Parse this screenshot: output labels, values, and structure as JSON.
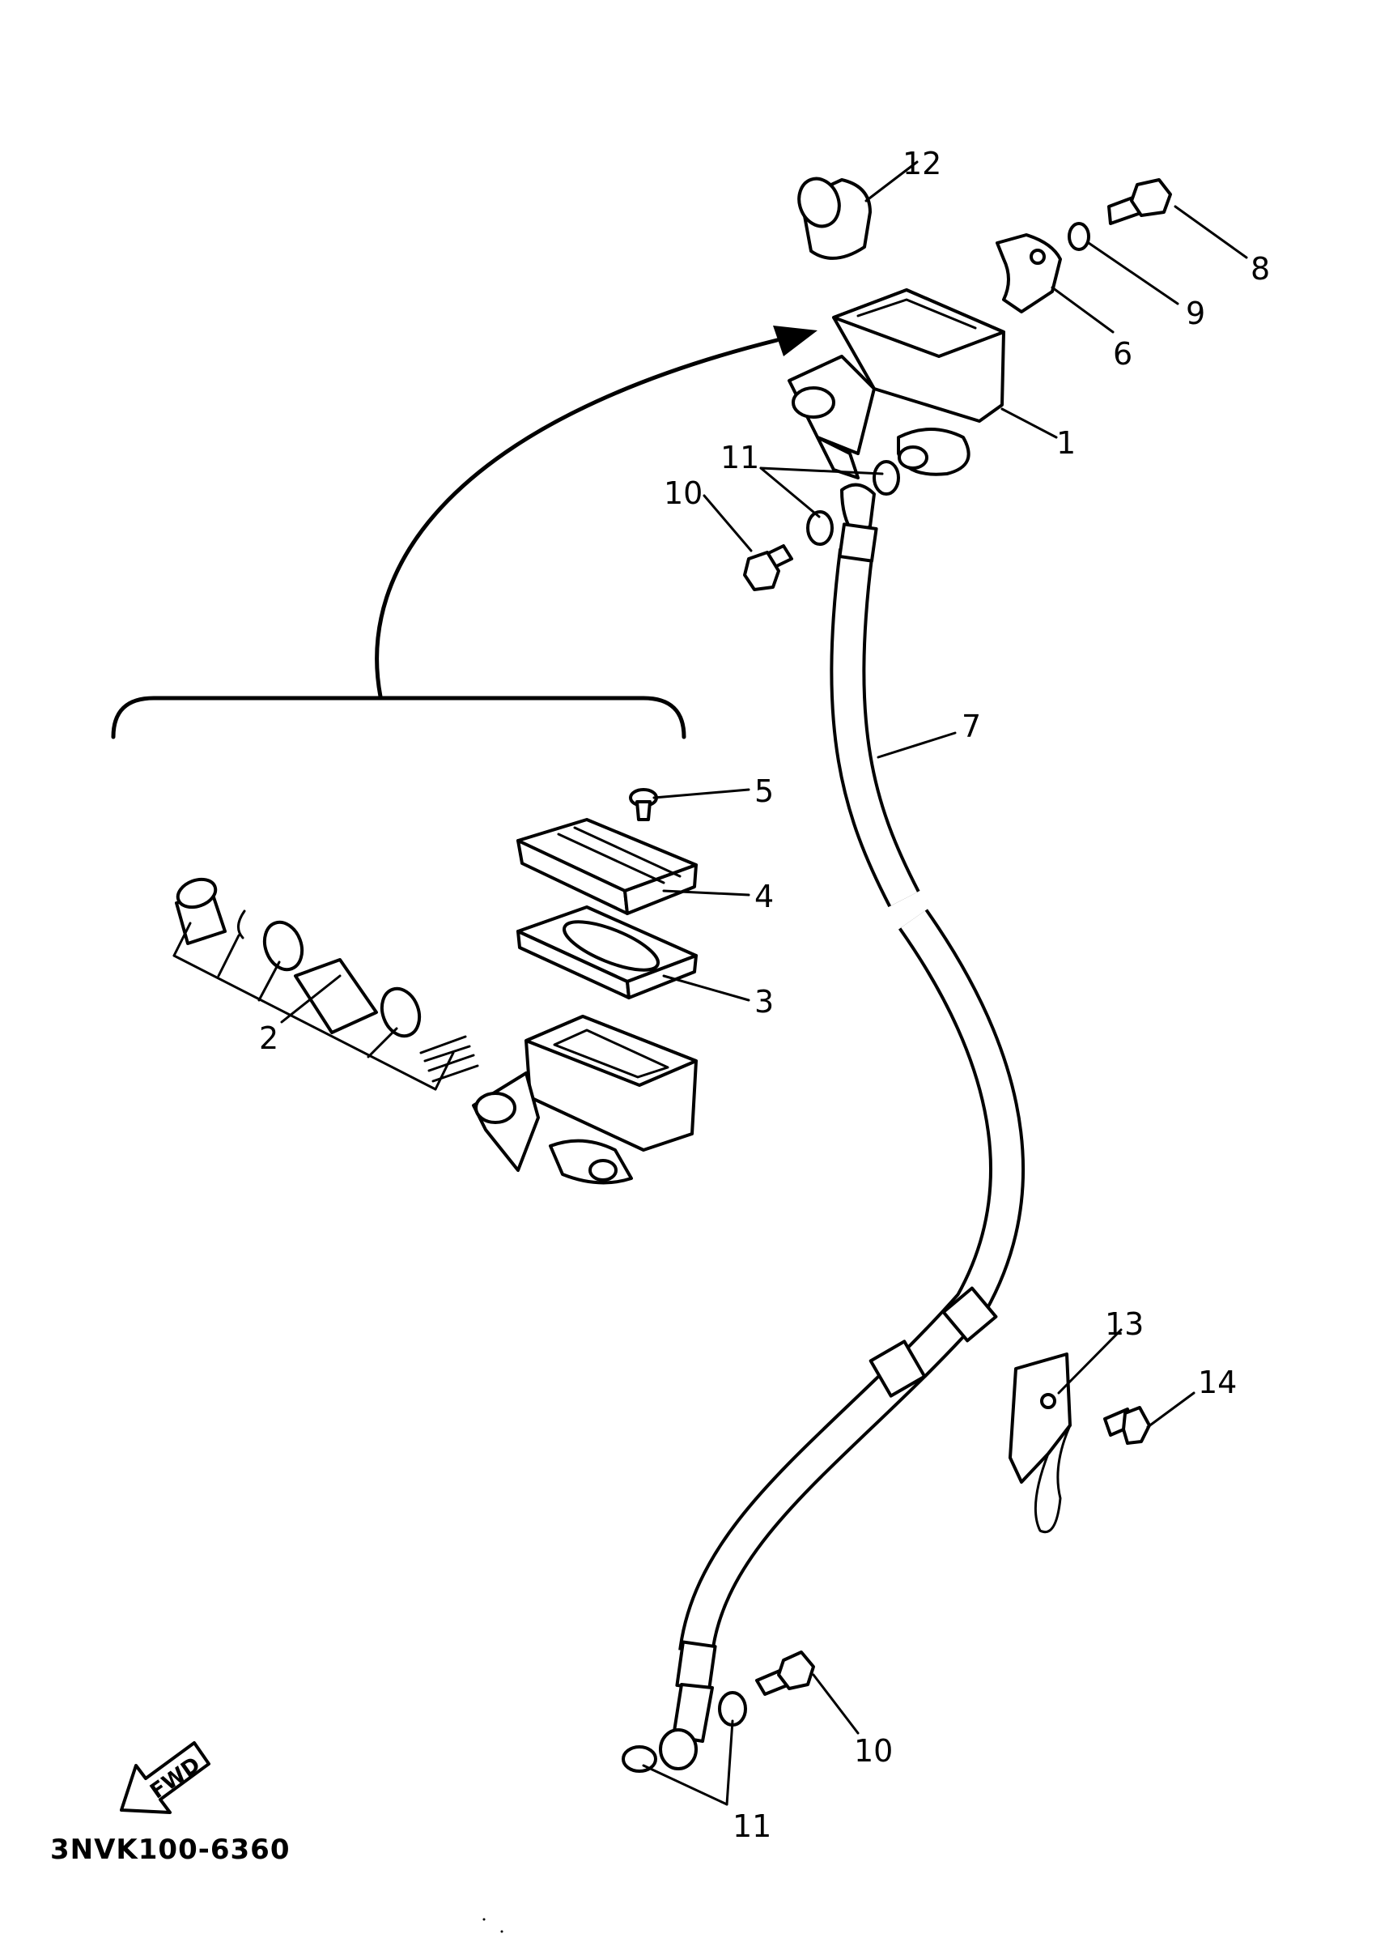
{
  "diagram": {
    "part_code": "3NVK100-6360",
    "direction_label": "FWD",
    "callouts": {
      "c1": "1",
      "c2": "2",
      "c3": "3",
      "c4": "4",
      "c5": "5",
      "c6": "6",
      "c7": "7",
      "c8": "8",
      "c9": "9",
      "c10": "10",
      "c11": "11",
      "c12": "12",
      "c13": "13",
      "c14": "14"
    }
  }
}
